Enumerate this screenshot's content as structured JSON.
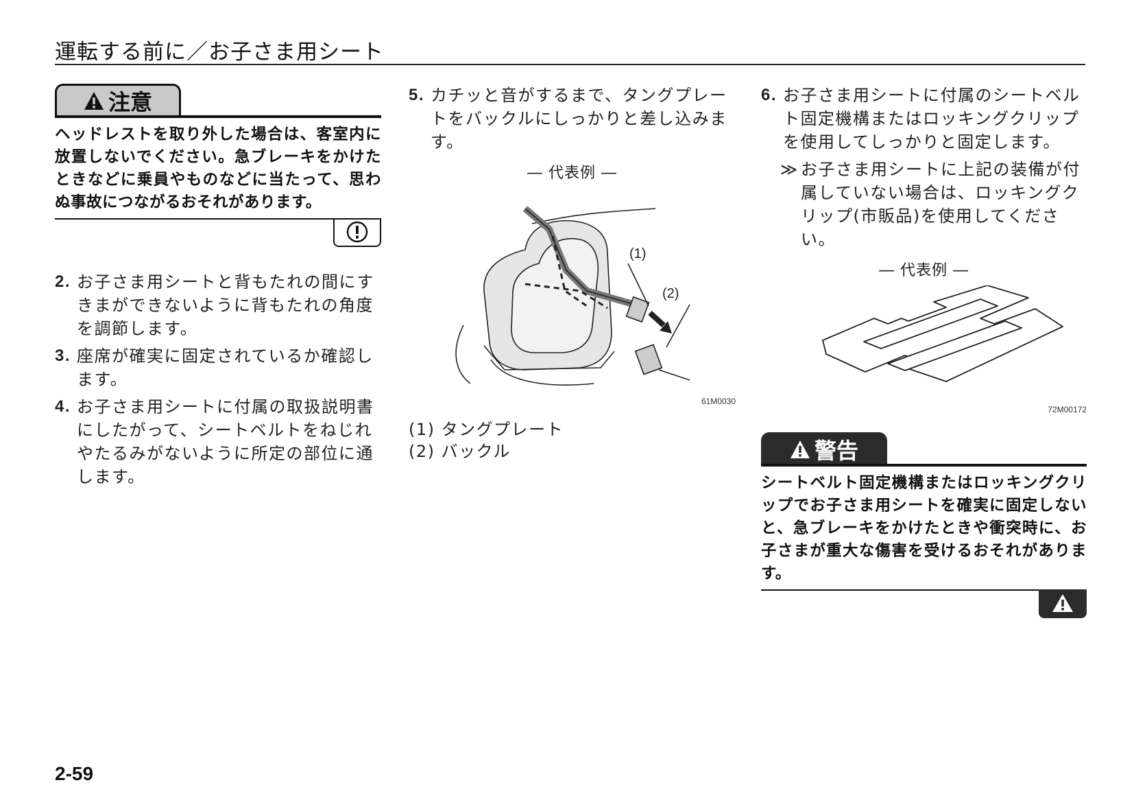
{
  "header": {
    "title": "運転する前に／お子さま用シート"
  },
  "caution": {
    "label": "注意",
    "text": "ヘッドレストを取り外した場合は、客室内に放置しないでください。急ブレーキをかけたときなどに乗員やものなどに当たって、思わぬ事故につながるおそれがあります。"
  },
  "steps_left": [
    {
      "num": "2.",
      "text": "お子さま用シートと背もたれの間にすきまができないように背もたれの角度を調節します。"
    },
    {
      "num": "3.",
      "text": "座席が確実に固定されているか確認します。"
    },
    {
      "num": "4.",
      "text": "お子さま用シートに付属の取扱説明書にしたがって、シートベルトをねじれやたるみがないように所定の部位に通します。"
    }
  ],
  "step5": {
    "num": "5.",
    "text": "カチッと音がするまで、タングプレートをバックルにしっかりと差し込みます。"
  },
  "figure1": {
    "caption": "― 代表例 ―",
    "callout1": "(1)",
    "callout2": "(2)",
    "id": "61M0030"
  },
  "legend": [
    "(1) タングプレート",
    "(2) バックル"
  ],
  "step6": {
    "num": "6.",
    "text": "お子さま用シートに付属のシートベルト固定機構またはロッキングクリップを使用してしっかりと固定します。",
    "note_mark": "≫",
    "note": "お子さま用シートに上記の装備が付属していない場合は、ロッキングクリップ(市販品)を使用してください。"
  },
  "figure2": {
    "caption": "― 代表例 ―",
    "id": "72M00172"
  },
  "warning": {
    "label": "警告",
    "text": "シートベルト固定機構またはロッキングクリップでお子さま用シートを確実に固定しないと、急ブレーキをかけたときや衝突時に、お子さまが重大な傷害を受けるおそれがあります。"
  },
  "page_number": "2-59"
}
